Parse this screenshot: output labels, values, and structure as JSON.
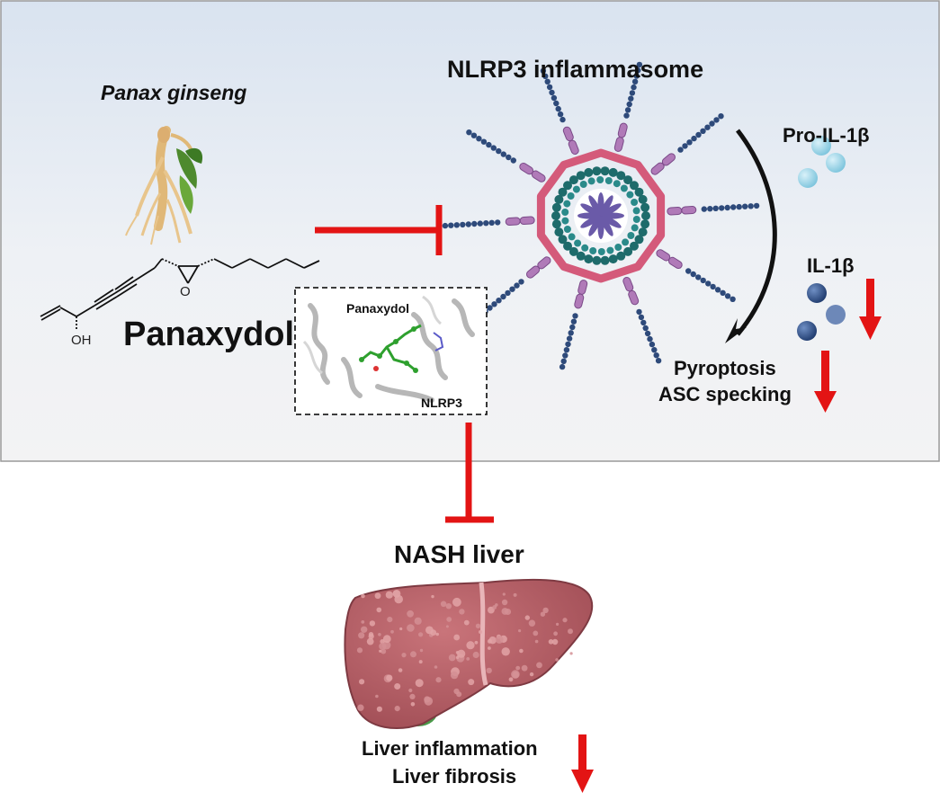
{
  "plant": {
    "name": "Panax ginseng"
  },
  "compound": {
    "name": "Panaxydol",
    "oh_label": "OH",
    "epoxide_label": "O"
  },
  "inflammasome": {
    "title": "NLRP3 inflammasome"
  },
  "cytokines": {
    "pro_label": "Pro-IL-1β",
    "mature_label": "IL-1β"
  },
  "outcomes": {
    "pyroptosis": "Pyroptosis",
    "asc": "ASC specking"
  },
  "docking": {
    "ligand_label": "Panaxydol",
    "protein_label": "NLRP3"
  },
  "liver": {
    "title": "NASH liver",
    "outcome_1": "Liver inflammation",
    "outcome_2": "Liver fibrosis"
  },
  "colors": {
    "inhibit_arrow": "#e31414",
    "down_arrow": "#e31414",
    "pro_il": "#8fd0e6",
    "il": "#2c4f8c",
    "bead_chain": "#2e4a7a",
    "receptor": "#b07ab8",
    "ring_inner": "#1e6b6b",
    "center_star": "#6a5aa8",
    "liver_fill": "#b85f66",
    "gallbladder": "#4a9a4a"
  }
}
